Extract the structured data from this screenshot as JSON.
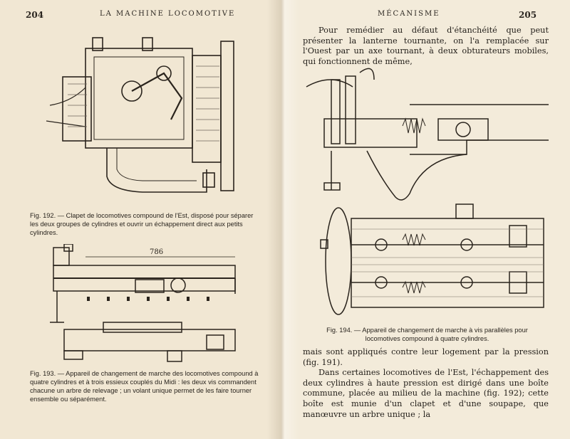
{
  "left_page": {
    "page_number": "204",
    "running_head": "LA MACHINE LOCOMOTIVE",
    "fig192_caption": "Fig. 192. — Clapet de locomotives compound de l'Est, disposé pour séparer les deux groupes de cylindres et ouvrir un échappement direct aux petits cylindres.",
    "fig193_dimension": "786",
    "fig193_caption": "Fig. 193. — Appareil de changement de marche des locomotives compound à quatre cylindres et à trois essieux couplés du Midi : les deux vis commandent chacune un arbre de relevage ; un volant unique permet de les faire tourner ensemble ou séparément."
  },
  "right_page": {
    "page_number": "205",
    "running_head": "MÉCANISME",
    "para_top": "Pour remédier au défaut d'étanchéité que peut présenter la lanterne tournante, on l'a remplacée sur l'Ouest par un axe tournant, à deux obturateurs mobiles, qui fonctionnent de même,",
    "fig194_caption": "Fig. 194. — Appareil de changement de marche à vis parallèles pour locomotives compound à quatre cylindres.",
    "para_cont": "mais sont appliqués contre leur logement par la pression (fig. 191).",
    "para_next": "Dans certaines locomotives de l'Est, l'échappement des deux cylindres à haute pression est dirigé dans une boîte commune, placée au milieu de la machine (fig. 192); cette boîte est munie d'un clapet et d'une soupape, que manœuvre un arbre unique ; la"
  }
}
